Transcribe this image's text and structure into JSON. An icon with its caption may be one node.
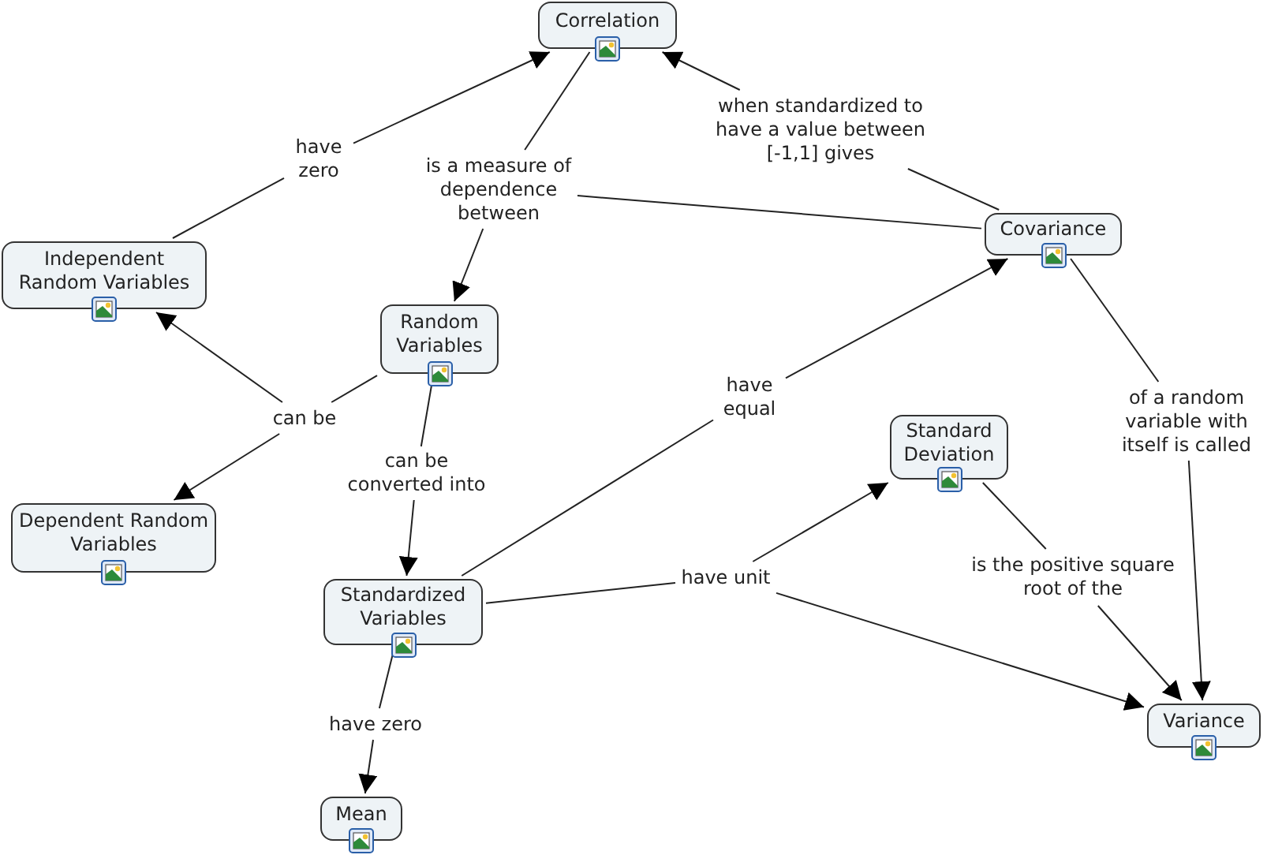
{
  "diagram": {
    "nodes": [
      {
        "text": [
          "Correlation"
        ]
      },
      {
        "text": [
          "Independent Random Variables"
        ]
      },
      {
        "text": [
          "Random Variables"
        ]
      },
      {
        "text": [
          "Covariance"
        ]
      },
      {
        "text": [
          "Dependent Random Variables"
        ]
      },
      {
        "text": [
          "Standard Deviation"
        ]
      },
      {
        "text": [
          "Standardized Variables"
        ]
      },
      {
        "text": [
          "Variance"
        ]
      },
      {
        "text": [
          "Mean"
        ]
      },
      {
        "text": [
          "have zero"
        ]
      },
      {
        "text": [
          "is a measure of dependence between"
        ]
      },
      {
        "text": [
          "when standardized to have a value between [-1,1] gives"
        ]
      },
      {
        "text": [
          "can be"
        ]
      },
      {
        "text": [
          "can be converted into"
        ]
      },
      {
        "text": [
          "have equal"
        ]
      },
      {
        "text": [
          "of a random variable with itself is called"
        ]
      },
      {
        "text": [
          "have unit"
        ]
      },
      {
        "text": [
          "is the positive square root of  the"
        ]
      },
      {
        "text": [
          "have zero"
        ]
      }
    ],
    "edges": [
      {
        "from": 1,
        "to": 9,
        "arrow": "none"
      },
      {
        "from": 9,
        "to": 0,
        "arrow": "to"
      },
      {
        "from": 0,
        "to": 10,
        "arrow": "none"
      },
      {
        "from": 3,
        "to": 10,
        "arrow": "none"
      },
      {
        "from": 10,
        "to": 2,
        "arrow": "to"
      },
      {
        "from": 3,
        "to": 11,
        "arrow": "none"
      },
      {
        "from": 11,
        "to": 0,
        "arrow": "to"
      },
      {
        "from": 2,
        "to": 12,
        "arrow": "none"
      },
      {
        "from": 12,
        "to": 1,
        "arrow": "to"
      },
      {
        "from": 12,
        "to": 4,
        "arrow": "to"
      },
      {
        "from": 2,
        "to": 13,
        "arrow": "none"
      },
      {
        "from": 13,
        "to": 6,
        "arrow": "to"
      },
      {
        "from": 6,
        "to": 14,
        "arrow": "none"
      },
      {
        "from": 14,
        "to": 3,
        "arrow": "to"
      },
      {
        "from": 3,
        "to": 15,
        "arrow": "none"
      },
      {
        "from": 15,
        "to": 7,
        "arrow": "to"
      },
      {
        "from": 6,
        "to": 16,
        "arrow": "none"
      },
      {
        "from": 16,
        "to": 5,
        "arrow": "to"
      },
      {
        "from": 16,
        "to": 7,
        "arrow": "to"
      },
      {
        "from": 5,
        "to": 17,
        "arrow": "none"
      },
      {
        "from": 17,
        "to": 7,
        "arrow": "to"
      },
      {
        "from": 6,
        "to": 18,
        "arrow": "none"
      },
      {
        "from": 18,
        "to": 8,
        "arrow": "to"
      }
    ]
  }
}
